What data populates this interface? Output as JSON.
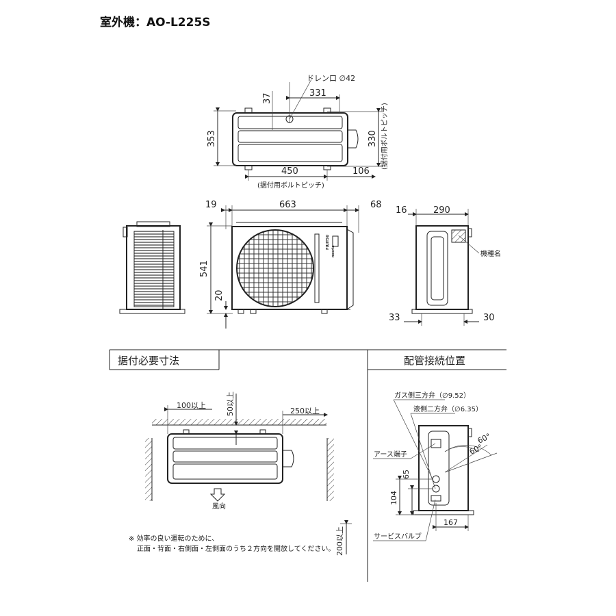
{
  "title": "室外機：AO-L225S",
  "top_view": {
    "drain": "ドレン口 ∅42",
    "d331": "331",
    "d37": "37",
    "d353": "353",
    "d330": "330",
    "bolt_pitch_v": "(据付用ボルトピッチ)",
    "d450": "450",
    "d106": "106",
    "bolt_pitch_h": "(据付用ボルトピッチ)"
  },
  "front_view": {
    "d19": "19",
    "d663": "663",
    "d68": "68",
    "d541": "541",
    "d20": "20",
    "brand1": "FUJITSU",
    "brand2": "nocria"
  },
  "side_view": {
    "d16": "16",
    "d290": "290",
    "model_label": "機種名",
    "d33": "33",
    "d30": "30"
  },
  "install_section": {
    "heading": "据付必要寸法",
    "d100": "100以上",
    "d50": "50以上",
    "d250": "250以上",
    "d200": "200以上",
    "wind": "風向",
    "note_line1": "※ 効率の良い運転のために、",
    "note_line2": "正面・背面・右側面・左側面のうち２方向を開放してください。"
  },
  "piping_section": {
    "heading": "配管接続位置",
    "gas_valve": "ガス側三方弁（∅9.52）",
    "liquid_valve": "液側二方弁（∅6.35）",
    "earth": "アース端子",
    "service_valve": "サービスバルブ",
    "d104": "104",
    "d65": "65",
    "d167": "167",
    "angle1": "60°",
    "angle2": "60°"
  }
}
